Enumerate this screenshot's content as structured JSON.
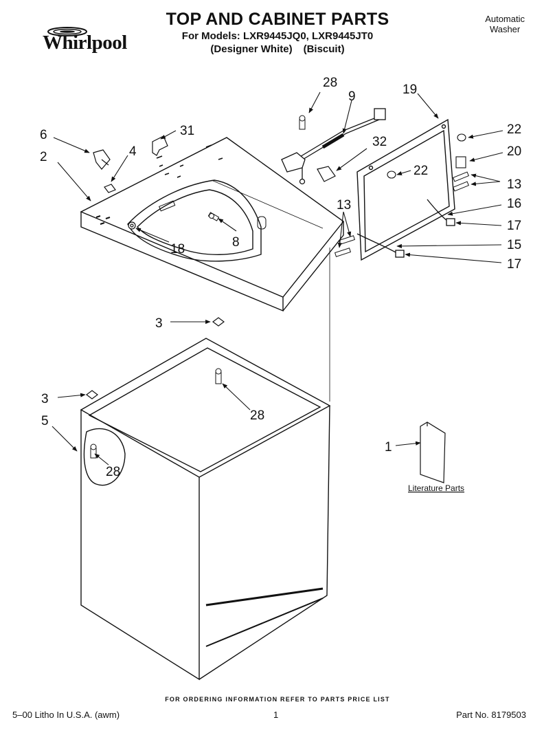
{
  "header": {
    "brand": "Whirlpool",
    "title": "TOP AND CABINET PARTS",
    "models_line": "For Models: LXR9445JQ0, LXR9445JT0",
    "variant_left": "(Designer White)",
    "variant_right": "(Biscuit)",
    "product_line1": "Automatic",
    "product_line2": "Washer"
  },
  "callouts": {
    "c28_top": "28",
    "c9": "9",
    "c19": "19",
    "c6": "6",
    "c31": "31",
    "c4": "4",
    "c2": "2",
    "c32": "32",
    "c22_right": "22",
    "c20": "20",
    "c22_inner": "22",
    "c13_right": "13",
    "c13_left": "13",
    "c16": "16",
    "c17_upper": "17",
    "c15": "15",
    "c17_lower": "17",
    "c8": "8",
    "c18": "18",
    "c3_top": "3",
    "c3_left": "3",
    "c28_mid": "28",
    "c5": "5",
    "c28_low": "28",
    "c1": "1"
  },
  "literature_label": "Literature Parts",
  "footer": {
    "ordering": "FOR ORDERING INFORMATION REFER TO PARTS PRICE LIST",
    "litho": "5–00 Litho In U.S.A. (awm)",
    "page": "1",
    "part_no": "Part No. 8179503"
  }
}
